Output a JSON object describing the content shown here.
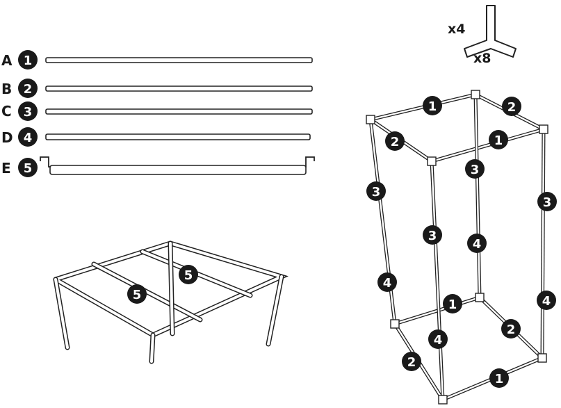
{
  "parts": [
    {
      "letter": "A",
      "number": "1"
    },
    {
      "letter": "B",
      "number": "2"
    },
    {
      "letter": "C",
      "number": "3"
    },
    {
      "letter": "D",
      "number": "4"
    },
    {
      "letter": "E",
      "number": "5"
    }
  ],
  "connector": {
    "qty_top": "x4",
    "qty_bottom": "x8"
  },
  "roof_labels": [
    "5",
    "5"
  ],
  "frame_labels": [
    "1",
    "2",
    "2",
    "1",
    "3",
    "3",
    "3",
    "3",
    "4",
    "4",
    "4",
    "1",
    "2",
    "4",
    "2",
    "1"
  ]
}
